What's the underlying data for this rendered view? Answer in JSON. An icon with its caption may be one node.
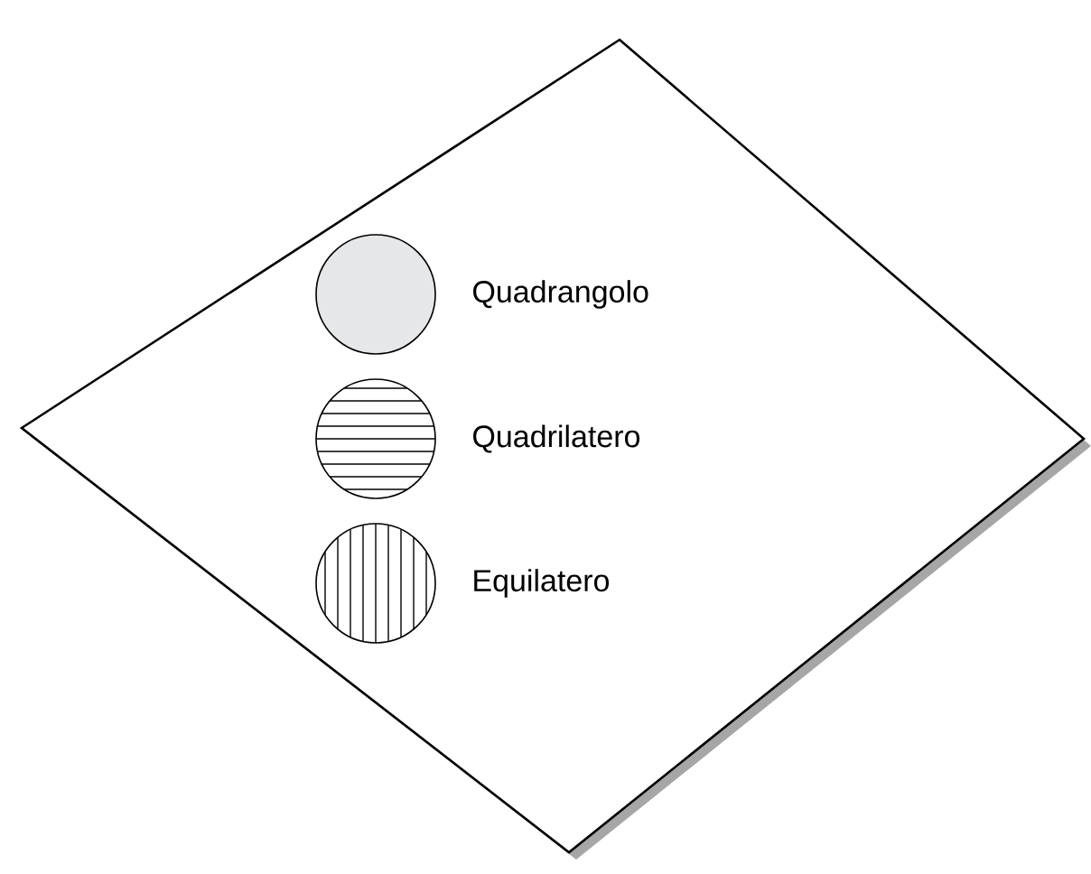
{
  "diagram": {
    "nodes": [
      {
        "text": [],
        "shape": "diamond"
      }
    ],
    "legend": [
      {
        "text": "Quadrangolo",
        "color": "#e6e7e8"
      },
      {
        "text": "Quadrilatero"
      },
      {
        "text": "Equilatero"
      }
    ]
  }
}
